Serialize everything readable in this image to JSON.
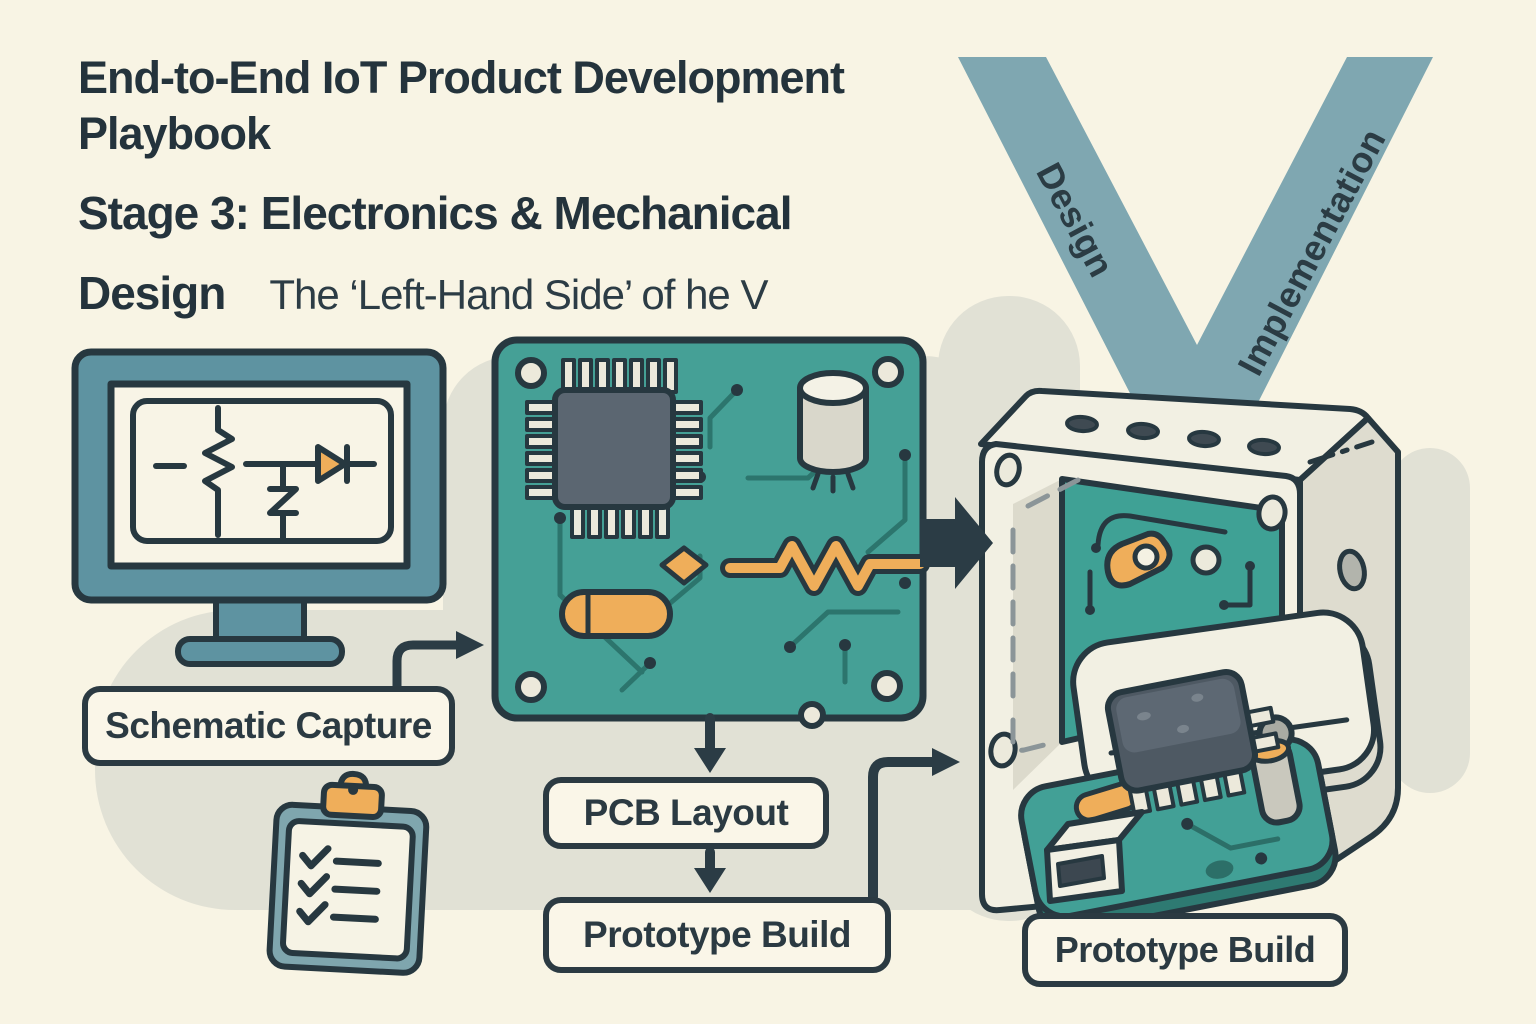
{
  "title": {
    "line1": "End-to-End IoT Product Development",
    "line2": "Playbook",
    "stage_line": "Stage 3: Electronics & Mechanical",
    "stage_word": "Design",
    "stage_subtitle": "The ‘Left-Hand Side’ of he V"
  },
  "v_model": {
    "left_label": "Design",
    "right_label": "Implementation",
    "band_color": "#7fa7b1"
  },
  "flow": {
    "schematic_capture": "Schematic Capture",
    "pcb_layout": "PCB Layout",
    "prototype_build": "Prototype Build",
    "prototype_build_2": "Prototype Build"
  },
  "icons": {
    "monitor": "monitor-schematic-icon",
    "clipboard": "checklist-clipboard-icon",
    "pcb": "pcb-board-icon",
    "enclosure": "enclosure-box-icon",
    "device": "prototype-device-icon",
    "arrows": [
      "curve-arrow-to-pcb",
      "down-arrow-pcb-to-layout",
      "down-arrow-layout-to-prototype",
      "corner-arrow-to-device",
      "big-arrow-pcb-to-enclosure"
    ]
  },
  "colors": {
    "background": "#f8f4e4",
    "ink": "#273840",
    "board_teal": "#45a096",
    "monitor_teal": "#5e93a1",
    "v_band": "#7fa7b1",
    "accent_orange": "#efae5a",
    "blob_gray": "#e1e1d5",
    "enclosure_cream": "#f2f0e3"
  }
}
